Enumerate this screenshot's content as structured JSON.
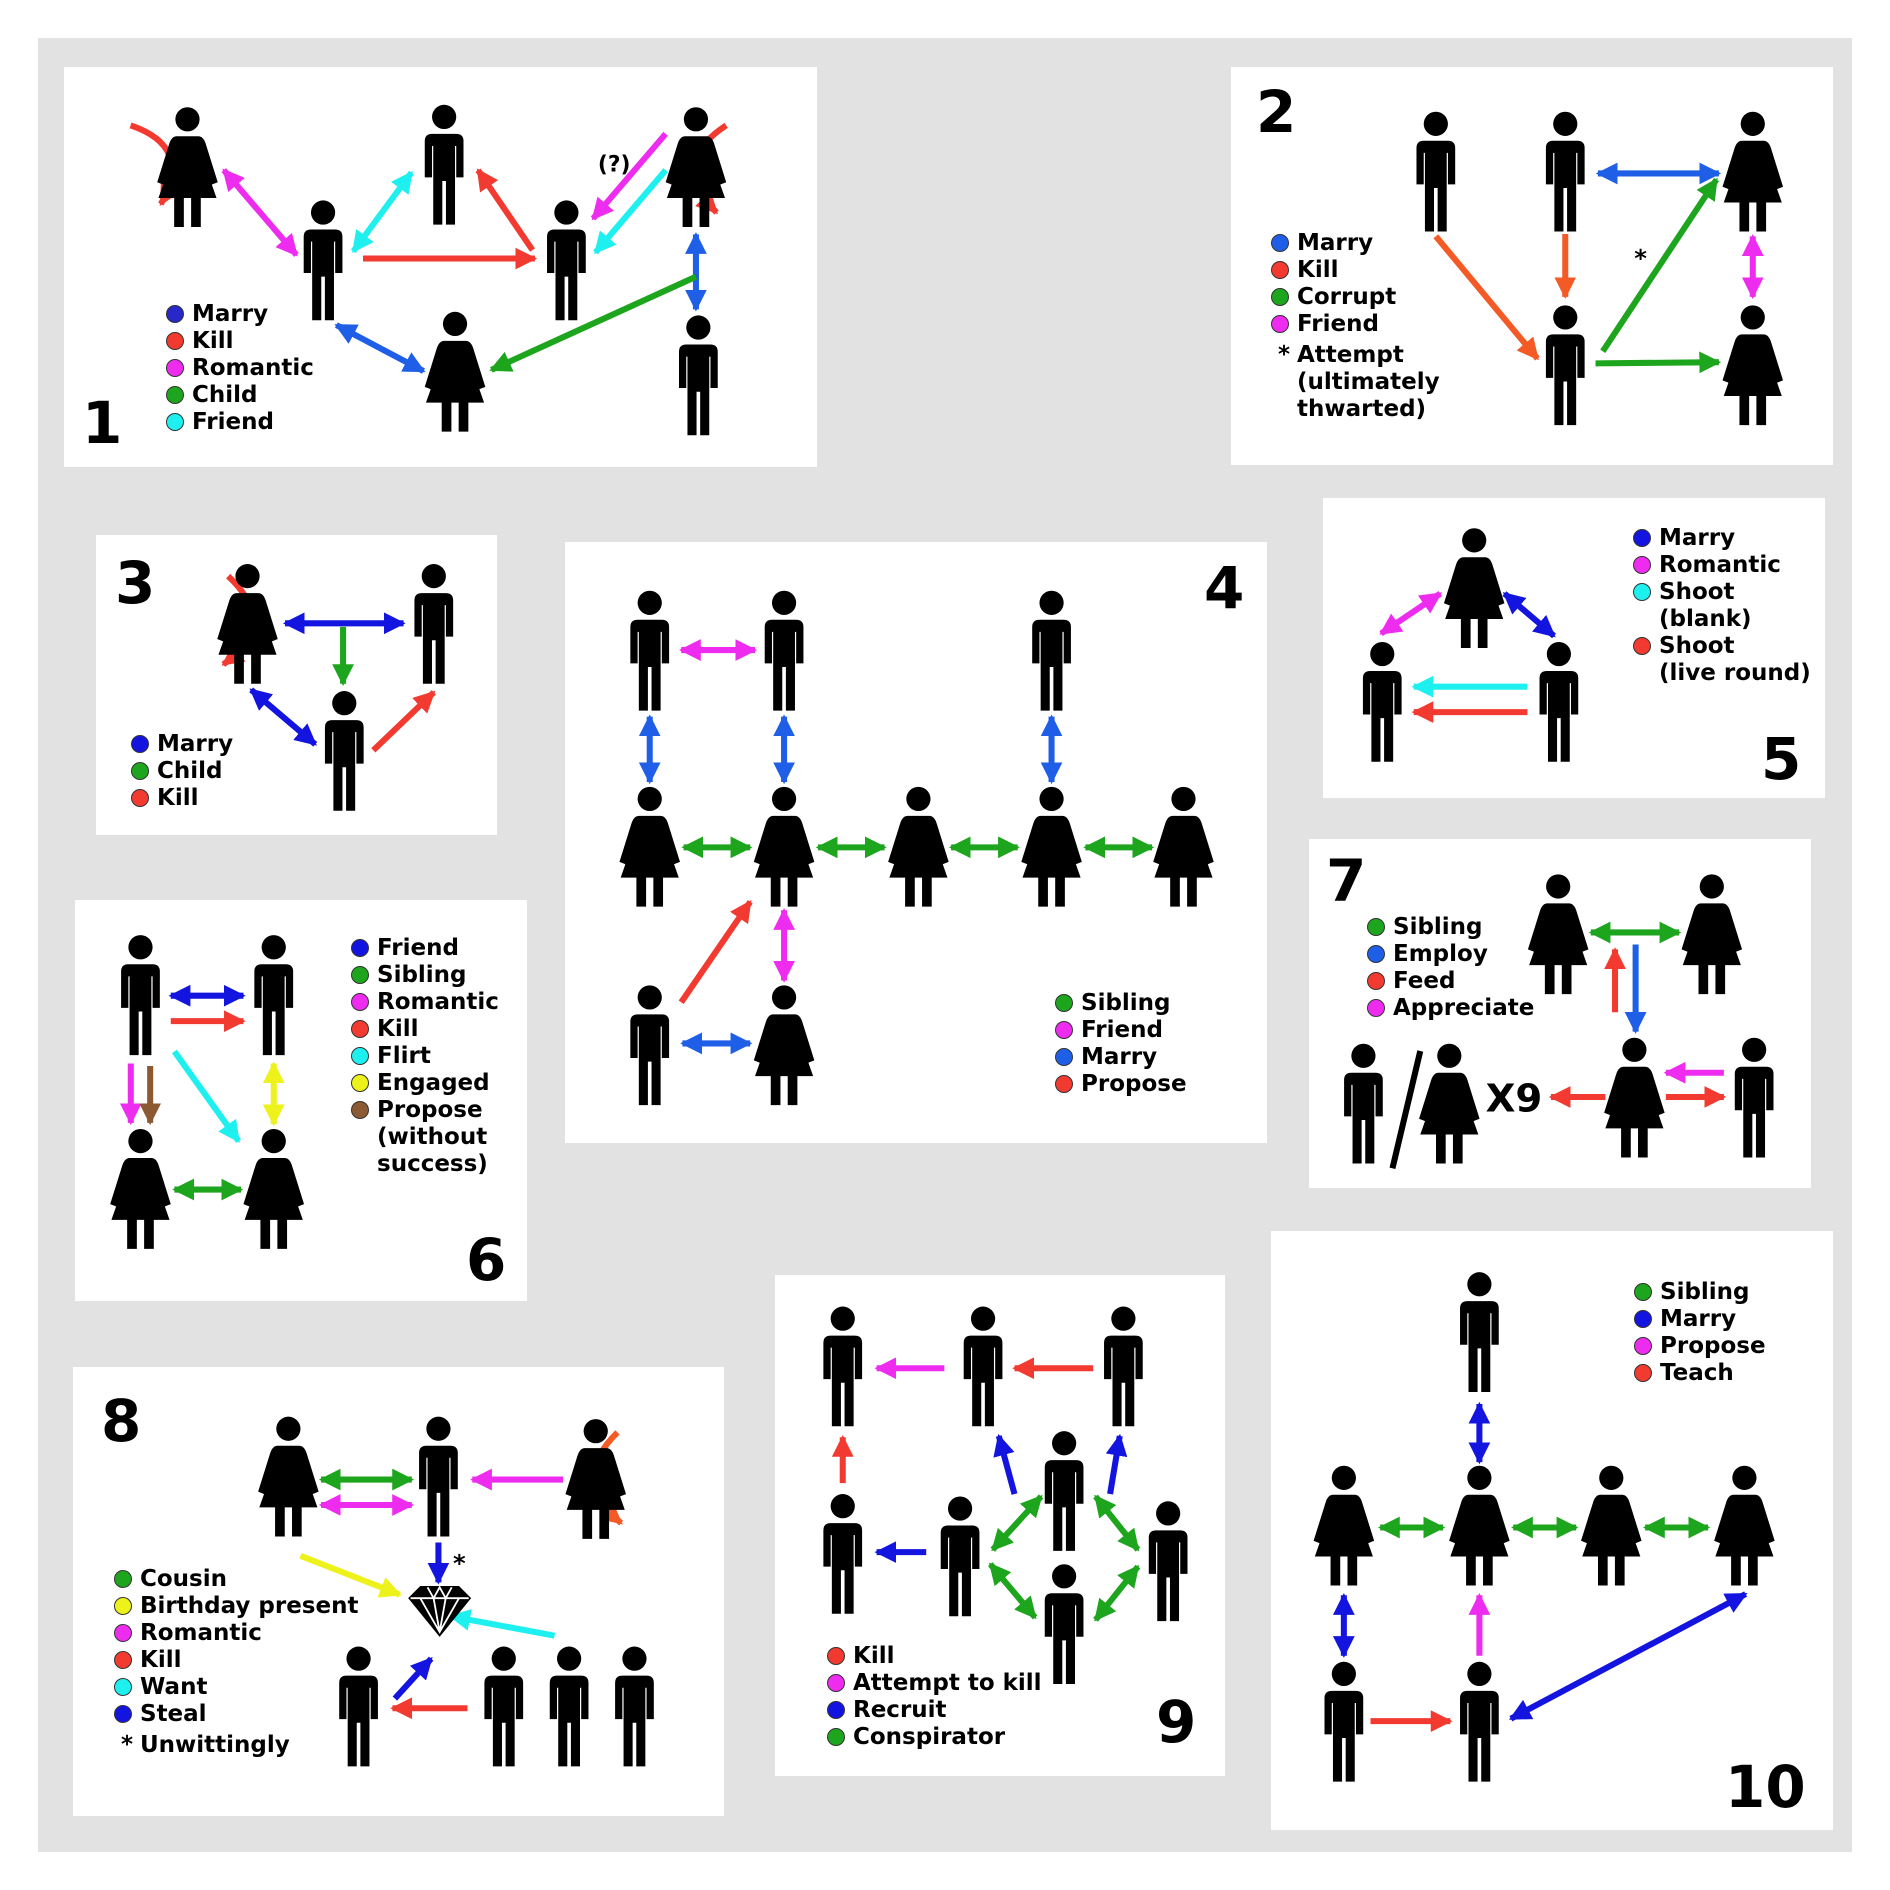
{
  "colors": {
    "red": "#f23a30",
    "magenta": "#ee2cf0",
    "cyan": "#1ef0f0",
    "blue": "#1f5fe8",
    "navy": "#1414e0",
    "green": "#1ea51e",
    "orange": "#f45a25",
    "yellow": "#ecf21a",
    "brown": "#8b5a32"
  },
  "panels": [
    {
      "number": "1",
      "legend": [
        {
          "label": "Marry",
          "color": "#2828c8"
        },
        {
          "label": "Kill",
          "color": "#f23a30"
        },
        {
          "label": "Romantic",
          "color": "#ee2cf0"
        },
        {
          "label": "Child",
          "color": "#1ea51e"
        },
        {
          "label": "Friend",
          "color": "#1ef0f0"
        }
      ],
      "annotation": "(?)"
    },
    {
      "number": "2",
      "legend": [
        {
          "label": "Marry",
          "color": "#1f5fe8"
        },
        {
          "label": "Kill",
          "color": "#f23a30"
        },
        {
          "label": "Corrupt",
          "color": "#1ea51e"
        },
        {
          "label": "Friend",
          "color": "#ee2cf0"
        }
      ],
      "note": {
        "star": "*",
        "text": [
          "Attempt",
          "(ultimately",
          "thwarted)"
        ]
      },
      "annotation": "*"
    },
    {
      "number": "3",
      "legend": [
        {
          "label": "Marry",
          "color": "#1414e0"
        },
        {
          "label": "Child",
          "color": "#1ea51e"
        },
        {
          "label": "Kill",
          "color": "#f23a30"
        }
      ]
    },
    {
      "number": "4",
      "legend": [
        {
          "label": "Sibling",
          "color": "#1ea51e"
        },
        {
          "label": "Friend",
          "color": "#ee2cf0"
        },
        {
          "label": "Marry",
          "color": "#1f5fe8"
        },
        {
          "label": "Propose",
          "color": "#f23a30"
        }
      ]
    },
    {
      "number": "5",
      "legend": [
        {
          "label": "Marry",
          "color": "#1414e0"
        },
        {
          "label": "Romantic",
          "color": "#ee2cf0"
        },
        {
          "label": "Shoot",
          "sub": "(blank)",
          "color": "#1ef0f0"
        },
        {
          "label": "Shoot",
          "sub": "(live round)",
          "color": "#f23a30"
        }
      ]
    },
    {
      "number": "6",
      "legend": [
        {
          "label": "Friend",
          "color": "#1414e0"
        },
        {
          "label": "Sibling",
          "color": "#1ea51e"
        },
        {
          "label": "Romantic",
          "color": "#ee2cf0"
        },
        {
          "label": "Kill",
          "color": "#f23a30"
        },
        {
          "label": "Flirt",
          "color": "#1ef0f0"
        },
        {
          "label": "Engaged",
          "color": "#ecf21a"
        },
        {
          "label": "Propose",
          "sub": "(without",
          "sub2": "success)",
          "color": "#8b5a32"
        }
      ]
    },
    {
      "number": "7",
      "legend": [
        {
          "label": "Sibling",
          "color": "#1ea51e"
        },
        {
          "label": "Employ",
          "color": "#1f5fe8"
        },
        {
          "label": "Feed",
          "color": "#f23a30"
        },
        {
          "label": "Appreciate",
          "color": "#ee2cf0"
        }
      ],
      "multiplier": "X9"
    },
    {
      "number": "8",
      "legend": [
        {
          "label": "Cousin",
          "color": "#1ea51e"
        },
        {
          "label": "Birthday present",
          "color": "#ecf21a"
        },
        {
          "label": "Romantic",
          "color": "#ee2cf0"
        },
        {
          "label": "Kill",
          "color": "#f23a30"
        },
        {
          "label": "Want",
          "color": "#1ef0f0"
        },
        {
          "label": "Steal",
          "color": "#1414e0"
        }
      ],
      "note": {
        "star": "*",
        "text": [
          "Unwittingly"
        ]
      },
      "annotation": "*"
    },
    {
      "number": "9",
      "legend": [
        {
          "label": "Kill",
          "color": "#f23a30"
        },
        {
          "label": "Attempt to kill",
          "color": "#ee2cf0"
        },
        {
          "label": "Recruit",
          "color": "#1414e0"
        },
        {
          "label": "Conspirator",
          "color": "#1ea51e"
        }
      ]
    },
    {
      "number": "10",
      "legend": [
        {
          "label": "Sibling",
          "color": "#1ea51e"
        },
        {
          "label": "Marry",
          "color": "#1414e0"
        },
        {
          "label": "Propose",
          "color": "#ee2cf0"
        },
        {
          "label": "Teach",
          "color": "#f23a30"
        }
      ]
    }
  ]
}
